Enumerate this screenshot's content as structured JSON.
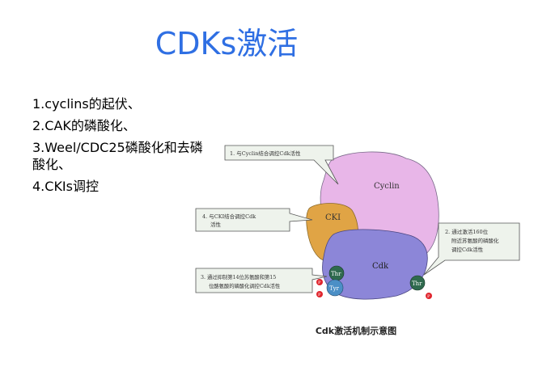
{
  "slide": {
    "title": "CDKs激活",
    "bullets": [
      "1.cyclins的起伏、",
      "2.CAK的磷酸化、",
      "3.Weel/CDC25磷酸化和去磷酸化、",
      "4.CKIs调控"
    ]
  },
  "diagram": {
    "caption": "Cdk激活机制示意图",
    "callouts": [
      {
        "lines": [
          "1. 与Cyclin结合调控Cdk活性"
        ]
      },
      {
        "lines": [
          "4. 与CKI结合调控Cdk",
          "活性"
        ]
      },
      {
        "lines": [
          "3. 通过抑制第14位苏氨酸和第15",
          "位酪氨酸的磷酸化调控Cdk活性"
        ]
      },
      {
        "lines": [
          "2. 通过激活160位",
          "附近苏氨酸的磷酸化",
          "调控Cdk活性"
        ]
      }
    ],
    "blobs": {
      "cyclin": "Cyclin",
      "cki": "CKI",
      "cdk": "Cdk"
    },
    "residues": {
      "thr_left": "Thr",
      "tyr": "Tyr",
      "thr_right": "Thr"
    },
    "phosphate": "P",
    "colors": {
      "cyclin": "#e8b6e8",
      "cki": "#e0a445",
      "cdk": "#8c86d8",
      "thr": "#2f6a4e",
      "tyr": "#4b8fc6",
      "phosphate": "#e0262e",
      "callout_fill": "#eef3ec"
    }
  }
}
